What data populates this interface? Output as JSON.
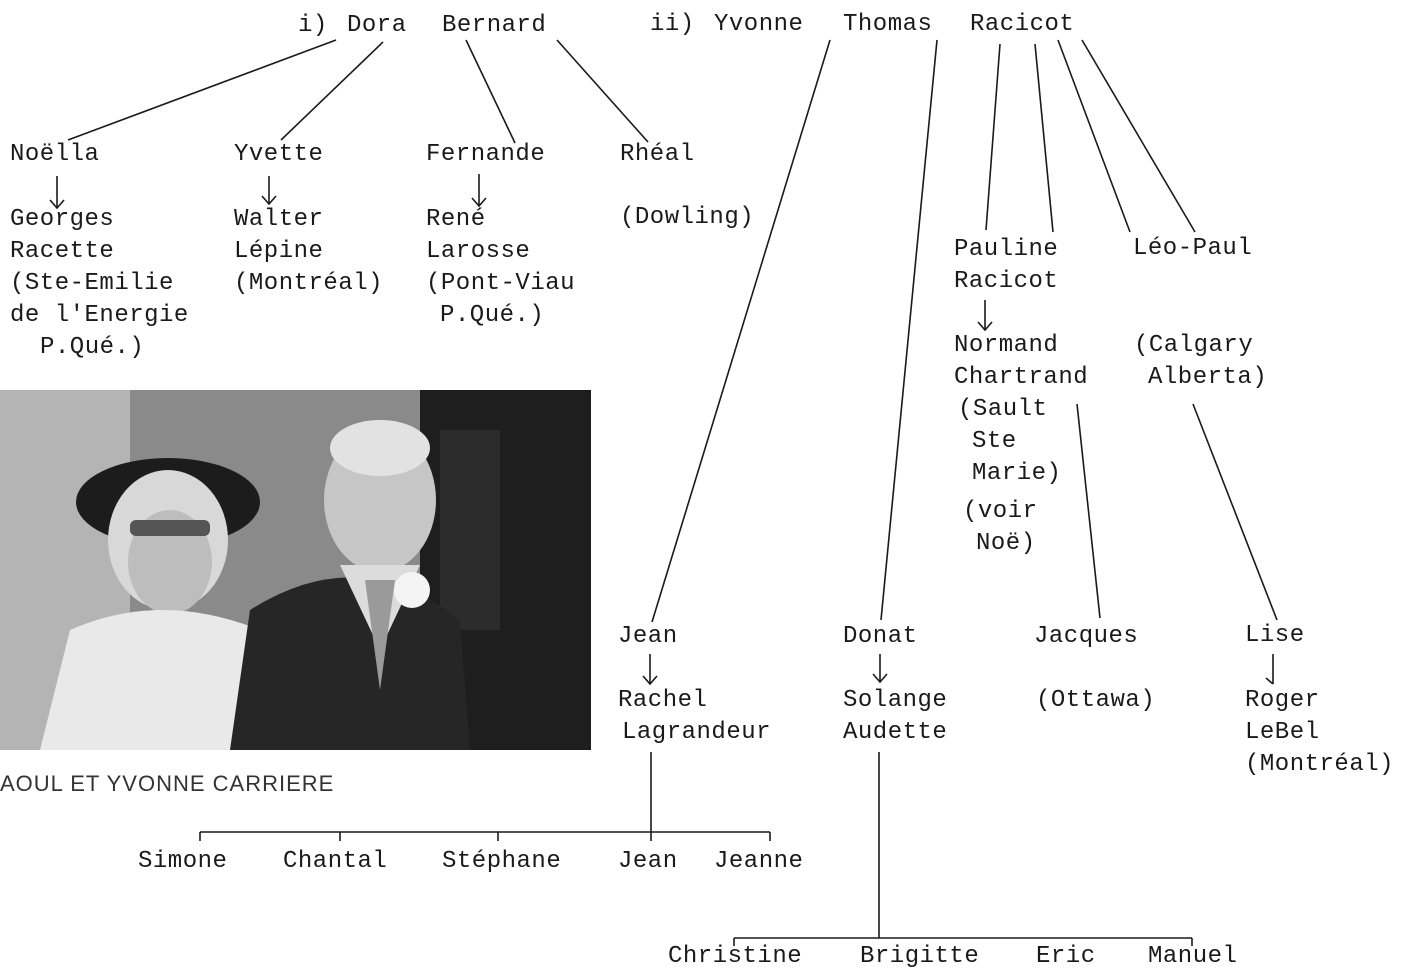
{
  "top": {
    "marker_1": "i)",
    "dora": "Dora",
    "bernard": "Bernard",
    "marker_2": "ii)",
    "yvonne": "Yvonne",
    "thomas": "Thomas",
    "racicot": "Racicot"
  },
  "family_1": {
    "noella": "Noëlla",
    "noella_spouse": [
      "Georges",
      "Racette",
      "(Ste-Emilie",
      "de l'Energie",
      "P.Qué.)"
    ],
    "yvette": "Yvette",
    "yvette_spouse": [
      "Walter",
      "Lépine",
      "(Montréal)"
    ],
    "fernande": "Fernande",
    "fernande_spouse": [
      "René",
      "Larosse",
      "(Pont-Viau",
      "P.Qué.)"
    ],
    "rheal": "Rhéal",
    "rheal_place": "(Dowling)"
  },
  "family_2": {
    "pauline": [
      "Pauline",
      "Racicot"
    ],
    "pauline_spouse": [
      "Normand",
      "Chartrand",
      "(Sault",
      "Ste",
      "Marie)",
      "(voir",
      "Noë)"
    ],
    "leo_paul": "Léo-Paul",
    "leo_paul_place": [
      "(Calgary",
      "Alberta)"
    ],
    "jean": "Jean",
    "jean_spouse": [
      "Rachel",
      "Lagrandeur"
    ],
    "donat": "Donat",
    "donat_spouse": [
      "Solange",
      "Audette"
    ],
    "jacques": "Jacques",
    "jacques_place": "(Ottawa)",
    "lise": "Lise",
    "lise_spouse": [
      "Roger",
      "LeBel",
      "(Montréal)"
    ]
  },
  "grandchildren_jean": [
    "Simone",
    "Chantal",
    "Stéphane",
    "Jean",
    "Jeanne"
  ],
  "grandchildren_donat": [
    "Christine",
    "Brigitte",
    "Eric",
    "Manuel"
  ],
  "photo": {
    "caption": "AOUL ET YVONNE CARRIERE"
  }
}
